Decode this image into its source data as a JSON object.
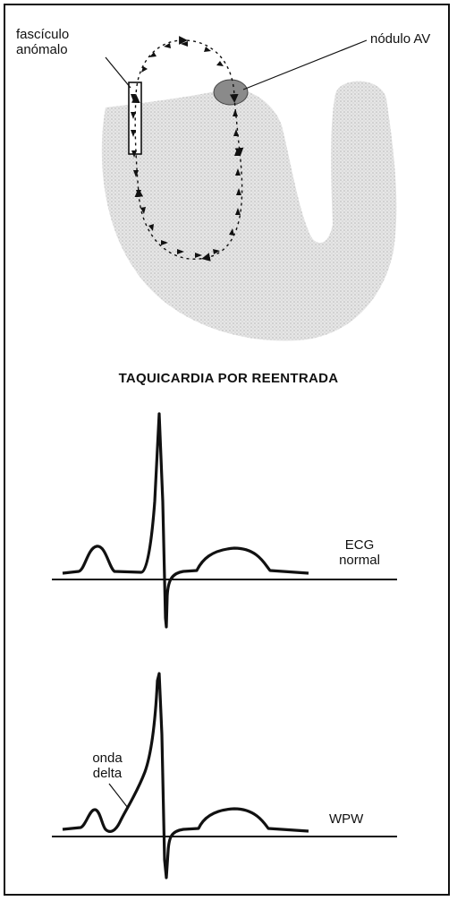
{
  "labels": {
    "anomalous_fascicle_line1": "fascículo",
    "anomalous_fascicle_line2": "anómalo",
    "av_node": "nódulo AV",
    "title": "TAQUICARDIA POR REENTRADA",
    "normal_ecg_line1": "ECG",
    "normal_ecg_line2": "normal",
    "delta_wave_line1": "onda",
    "delta_wave_line2": "delta",
    "wpw": "WPW"
  },
  "colors": {
    "ink": "#111111",
    "heart_shading": "#d6d6d6",
    "av_node_fill": "#8a8a8a"
  }
}
